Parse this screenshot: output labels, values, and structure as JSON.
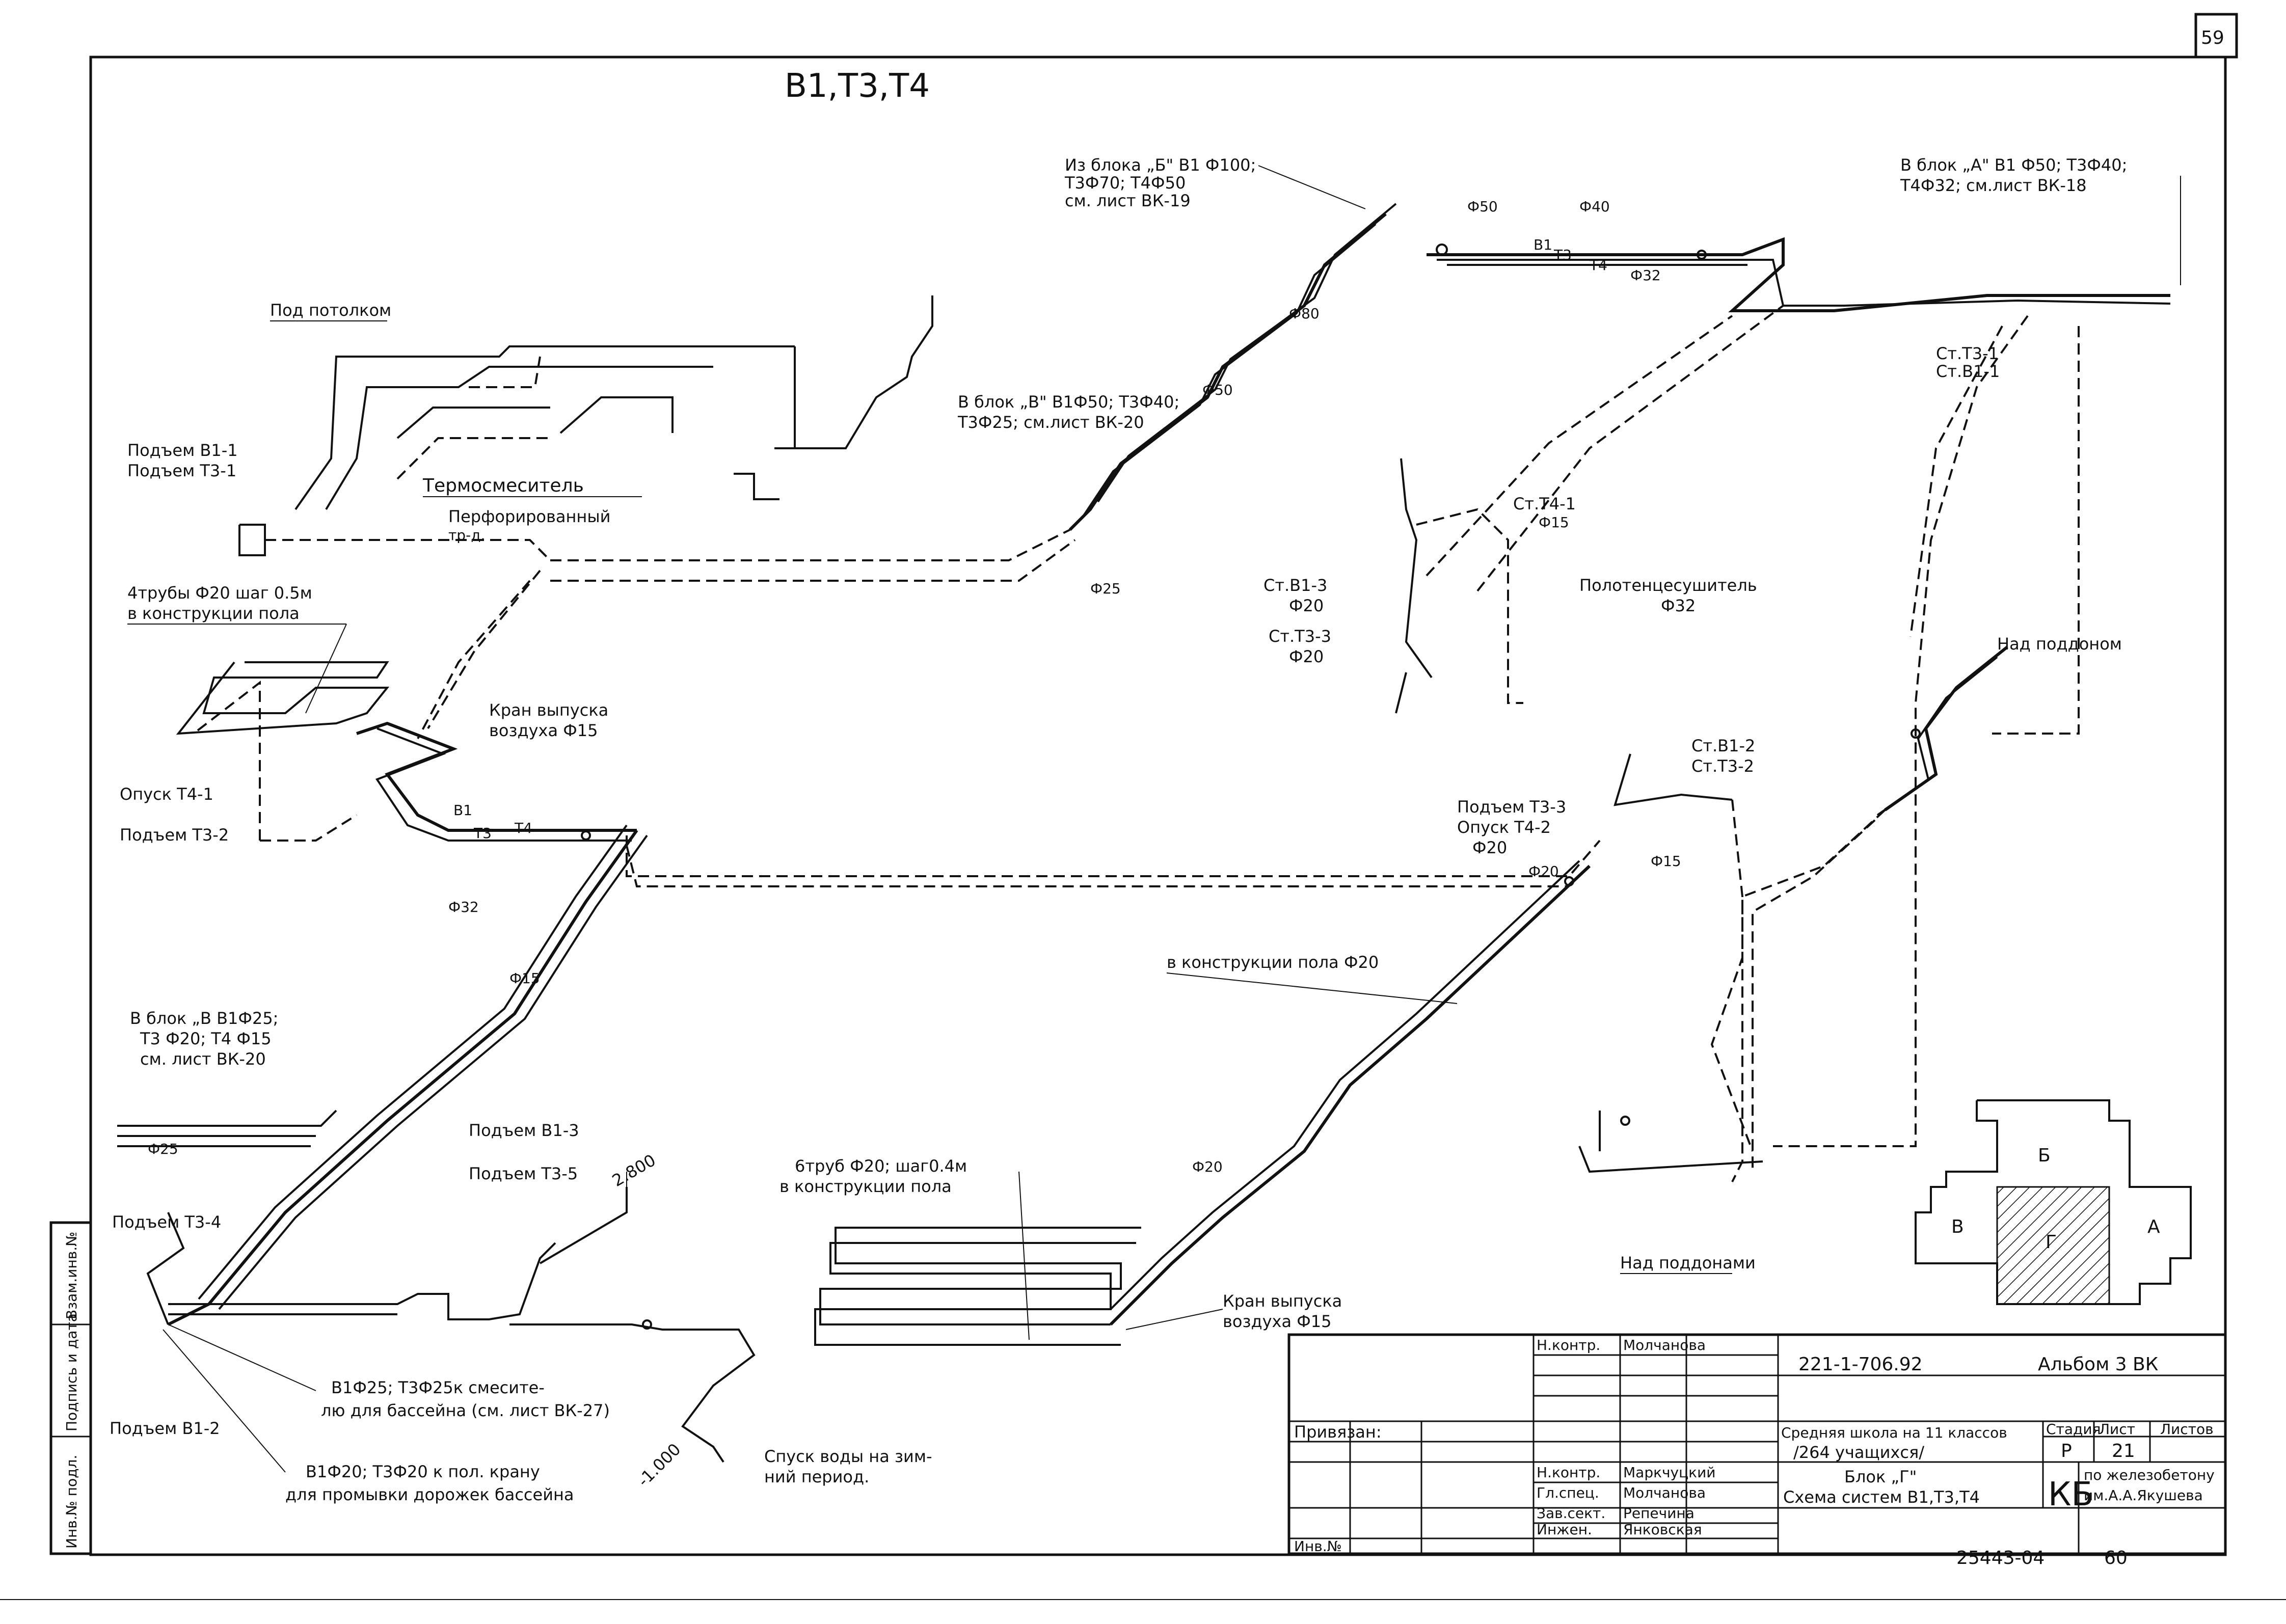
{
  "sheet": {
    "sheet_number": "59",
    "title": "В1,Т3,Т4"
  },
  "labels": {
    "from_block_b": [
      "Из блока „Б\" В1 Ф100;",
      "Т3Ф70; Т4Ф50",
      "см. лист ВК-19"
    ],
    "to_block_a": [
      "В блок „А\" В1 Ф50; Т3Ф40;",
      "Т4Ф32; см.лист ВК-18"
    ],
    "to_block_v_top": [
      "В блок „В\" В1Ф50; Т3Ф40;",
      "Т3Ф25; см.лист ВК-20"
    ],
    "to_block_v_left": [
      "В блок „В В1Ф25;",
      "Т3 Ф20; Т4 Ф15",
      "см. лист ВК-20"
    ],
    "under_ceiling": "Под потолком",
    "riser_left": [
      "Подъем В1-1",
      "Подъем Т3-1"
    ],
    "thermomixer": "Термосмеситель",
    "perforated_pipe": [
      "Перфорированный",
      "тр-д."
    ],
    "floor_pipes_top": [
      "4трубы Ф20 шаг 0.5м",
      "в конструкции пола"
    ],
    "air_release_top": [
      "Кран выпуска",
      "воздуха Ф15"
    ],
    "drop_t4_1": "Опуск Т4-1",
    "rise_t3_2": "Подъем Т3-2",
    "towel_dryer": [
      "Полотенцесушитель",
      "Ф32"
    ],
    "st_t4_1": [
      "Ст.Т4-1",
      "Ф15"
    ],
    "st_v1_3": [
      "Ст.В1-3",
      "Ф20"
    ],
    "st_t3_3": [
      "Ст.Т3-3",
      "Ф20"
    ],
    "st_t3_1": [
      "Ст.Т3-1",
      "Ст.В1-1"
    ],
    "st_v1_2": [
      "Ст.В1-2",
      "Ст.Т3-2"
    ],
    "above_tray": "Над поддоном",
    "rise_t3_3": [
      "Подъем Т3-3",
      "Опуск Т4-2",
      "Ф20"
    ],
    "floor_pipe_mid": "в конструкции пола Ф20",
    "six_pipes": [
      "6труб Ф20; шаг0.4м",
      "в конструкции пола"
    ],
    "air_release_bottom": [
      "Кран выпуска",
      "воздуха Ф15"
    ],
    "rise_v1_3": "Подъем В1-3",
    "rise_t3_5": "Подъем Т3-5",
    "rise_t3_4": "Подъем Т3-4",
    "rise_v1_2": "Подъем В1-2",
    "elev_2800": "2.800",
    "elev_1000": "-1.000",
    "mixer_pool": [
      "В1Ф25; Т3Ф25к смесите-",
      "лю для бассейна (см. лист ВК-27)"
    ],
    "pool_tap": [
      "В1Ф20; Т3Ф20 к пол. крану",
      "для промывки дорожек бассейна"
    ],
    "winter_drain": [
      "Спуск воды на зим-",
      "ний период."
    ],
    "above_trays": "Над поддонами"
  },
  "diameters": [
    "Ф15",
    "Ф20",
    "Ф25",
    "Ф32",
    "Ф40",
    "Ф50",
    "Ф80",
    "Ф100"
  ],
  "pipe_codes": [
    "В1",
    "Т3",
    "Т4"
  ],
  "key_plan": {
    "blocks": [
      "Б",
      "В",
      "Г",
      "А"
    ],
    "highlighted": "Г"
  },
  "title_block": {
    "left_rows": [
      "Н.контр.",
      "Гл.спец.",
      "Зав.сект.",
      "Инжен."
    ],
    "names": [
      "Молчанова",
      "Маркчуцкий",
      "Молчанова",
      "Репечина",
      "Янковская"
    ],
    "tb_rows_full": [
      "Н.контр.",
      "Н.контр.",
      "Гл.спец.",
      "Зав.сект.",
      "Инжен."
    ],
    "bound": "Привязан:",
    "inv_no": "Инв.№",
    "doc_code": "221-1-706.92",
    "album": "Альбом 3   ВК",
    "project": [
      "Средняя школа на 11 классов",
      "/264 учащихся/"
    ],
    "sheet_title": [
      "Блок „Г\"",
      "Схема систем В1,Т3,Т4"
    ],
    "stage_header": "Стадия",
    "sheet_header": "Лист",
    "sheets_header": "Листов",
    "stage": "Р",
    "sheet": "21",
    "org_mark": "КБ",
    "org": [
      "по железобетону",
      "им.А.А.Якушева"
    ],
    "order_no": "25443-04",
    "page_no": "60"
  },
  "side_stamp": [
    "Инв.№ подл.",
    "Подпись и дата",
    "Взам.инв.№"
  ]
}
